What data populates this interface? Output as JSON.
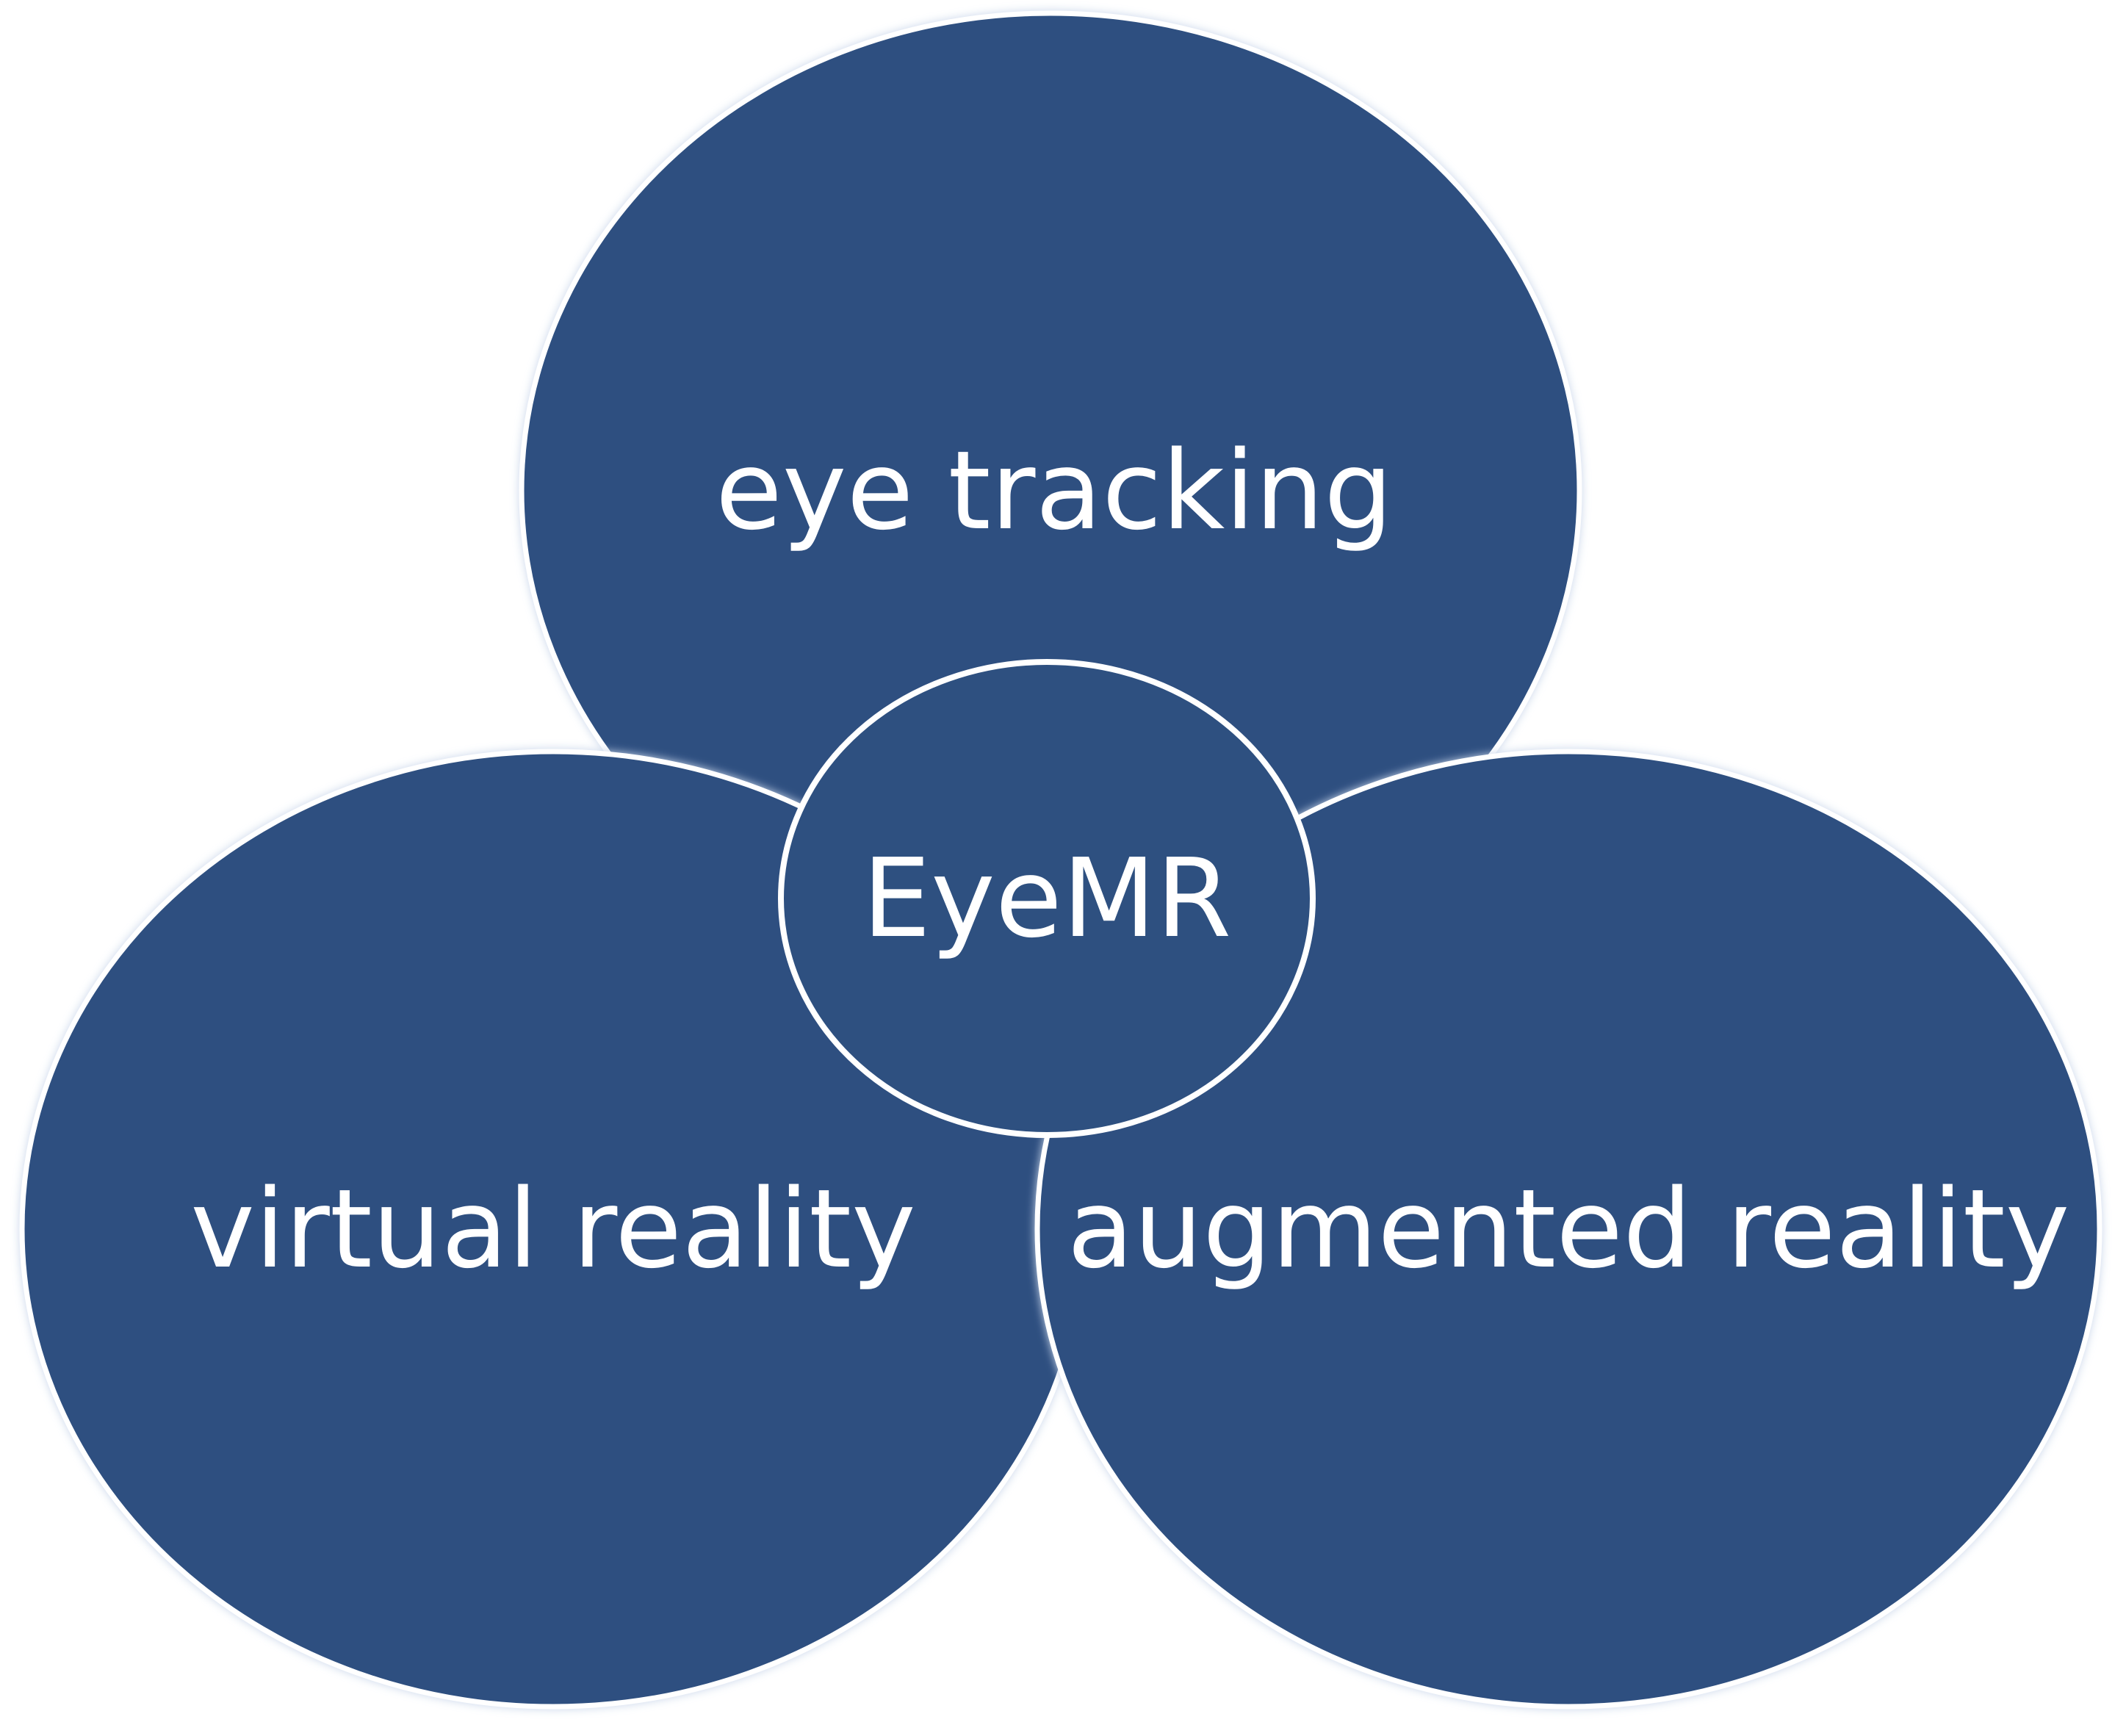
{
  "colors": {
    "circle_fill": "#2e5080",
    "circle_stroke": "#ffffff",
    "text": "#ffffff",
    "background": "#ffffff",
    "glow": "#c9d6ea"
  },
  "diagram": {
    "top_circle": {
      "label": "eye tracking"
    },
    "left_circle": {
      "label": "virtual reality"
    },
    "right_circle": {
      "label": "augmented reality"
    },
    "center_circle": {
      "label": "EyeMR"
    }
  }
}
